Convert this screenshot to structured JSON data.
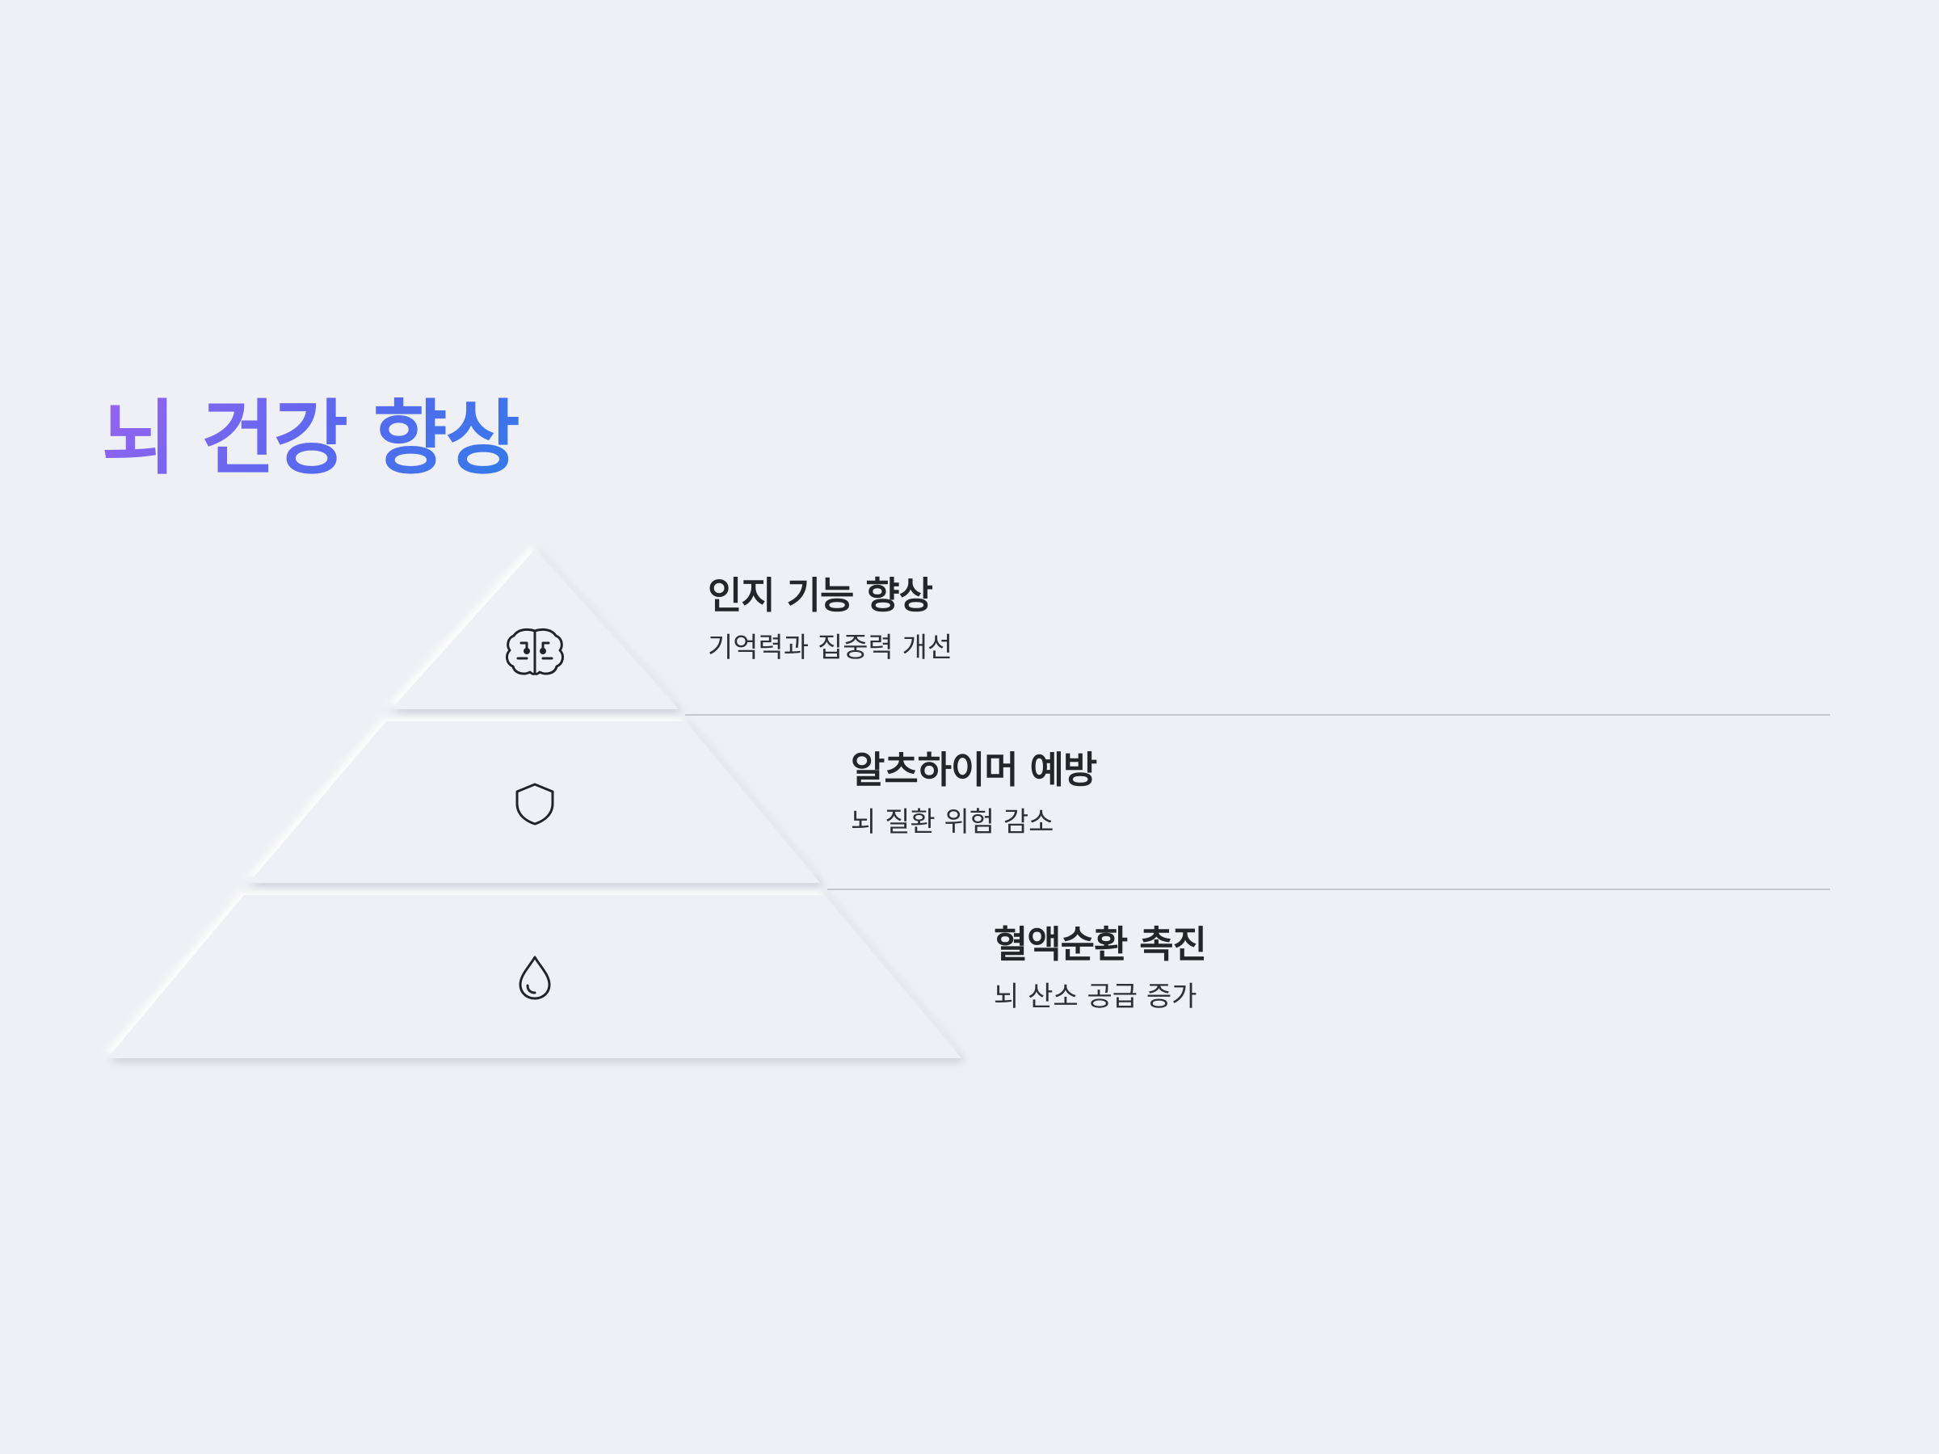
{
  "title": "뇌 건강 향상",
  "colors": {
    "background": "#eff0f5",
    "title_gradient_start": "#9a63f0",
    "title_gradient_end": "#2f7de8",
    "text": "#242529",
    "divider": "#c6c7cc"
  },
  "pyramid": {
    "layers": [
      {
        "heading": "인지 기능 향상",
        "description": "기억력과 집중력 개선",
        "icon": "brain-icon"
      },
      {
        "heading": "알츠하이머 예방",
        "description": "뇌 질환 위험 감소",
        "icon": "shield-icon"
      },
      {
        "heading": "혈액순환 촉진",
        "description": "뇌 산소 공급 증가",
        "icon": "droplet-icon"
      }
    ]
  }
}
